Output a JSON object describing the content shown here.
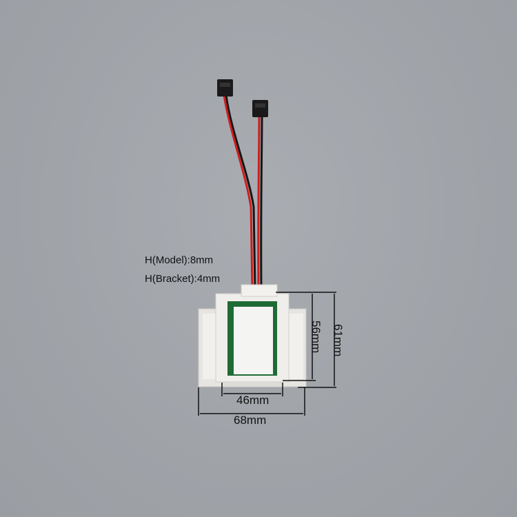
{
  "specs": {
    "model_height": "H(Model):8mm",
    "bracket_height": "H(Bracket):4mm"
  },
  "dimensions": {
    "inner_width": "46mm",
    "outer_width": "68mm",
    "inner_height": "56mm",
    "outer_height": "61mm"
  },
  "colors": {
    "wire_red": "#d01c1c",
    "wire_black": "#161616",
    "pcb_green": "#1f6b35",
    "bracket_white": "#ecebe8"
  }
}
